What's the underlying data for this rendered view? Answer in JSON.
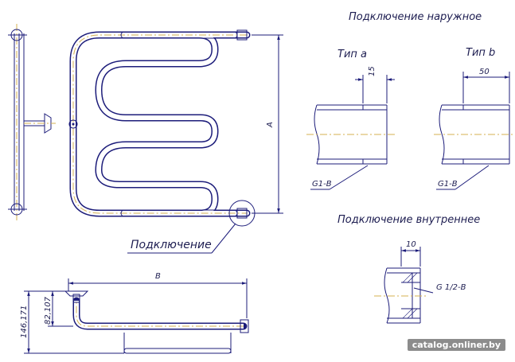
{
  "labels": {
    "external_connection": "Подключение наружное",
    "internal_connection": "Подключение внутреннее",
    "type_a": "Тип а",
    "type_b": "Тип b",
    "connection": "Подключение"
  },
  "dimensions": {
    "a_width": "15",
    "b_width": "50",
    "internal_width": "10",
    "height_A": "А",
    "width_B": "В",
    "depth_1": "146,171",
    "depth_2": "82,107"
  },
  "threads": {
    "type_a": "G1-В",
    "type_b": "G1-В",
    "internal": "G 1/2-B"
  },
  "watermark": "catalog.onliner.by",
  "colors": {
    "lines": "#1c1c7a",
    "axis": "#d4b050",
    "text": "#1c1c50"
  }
}
